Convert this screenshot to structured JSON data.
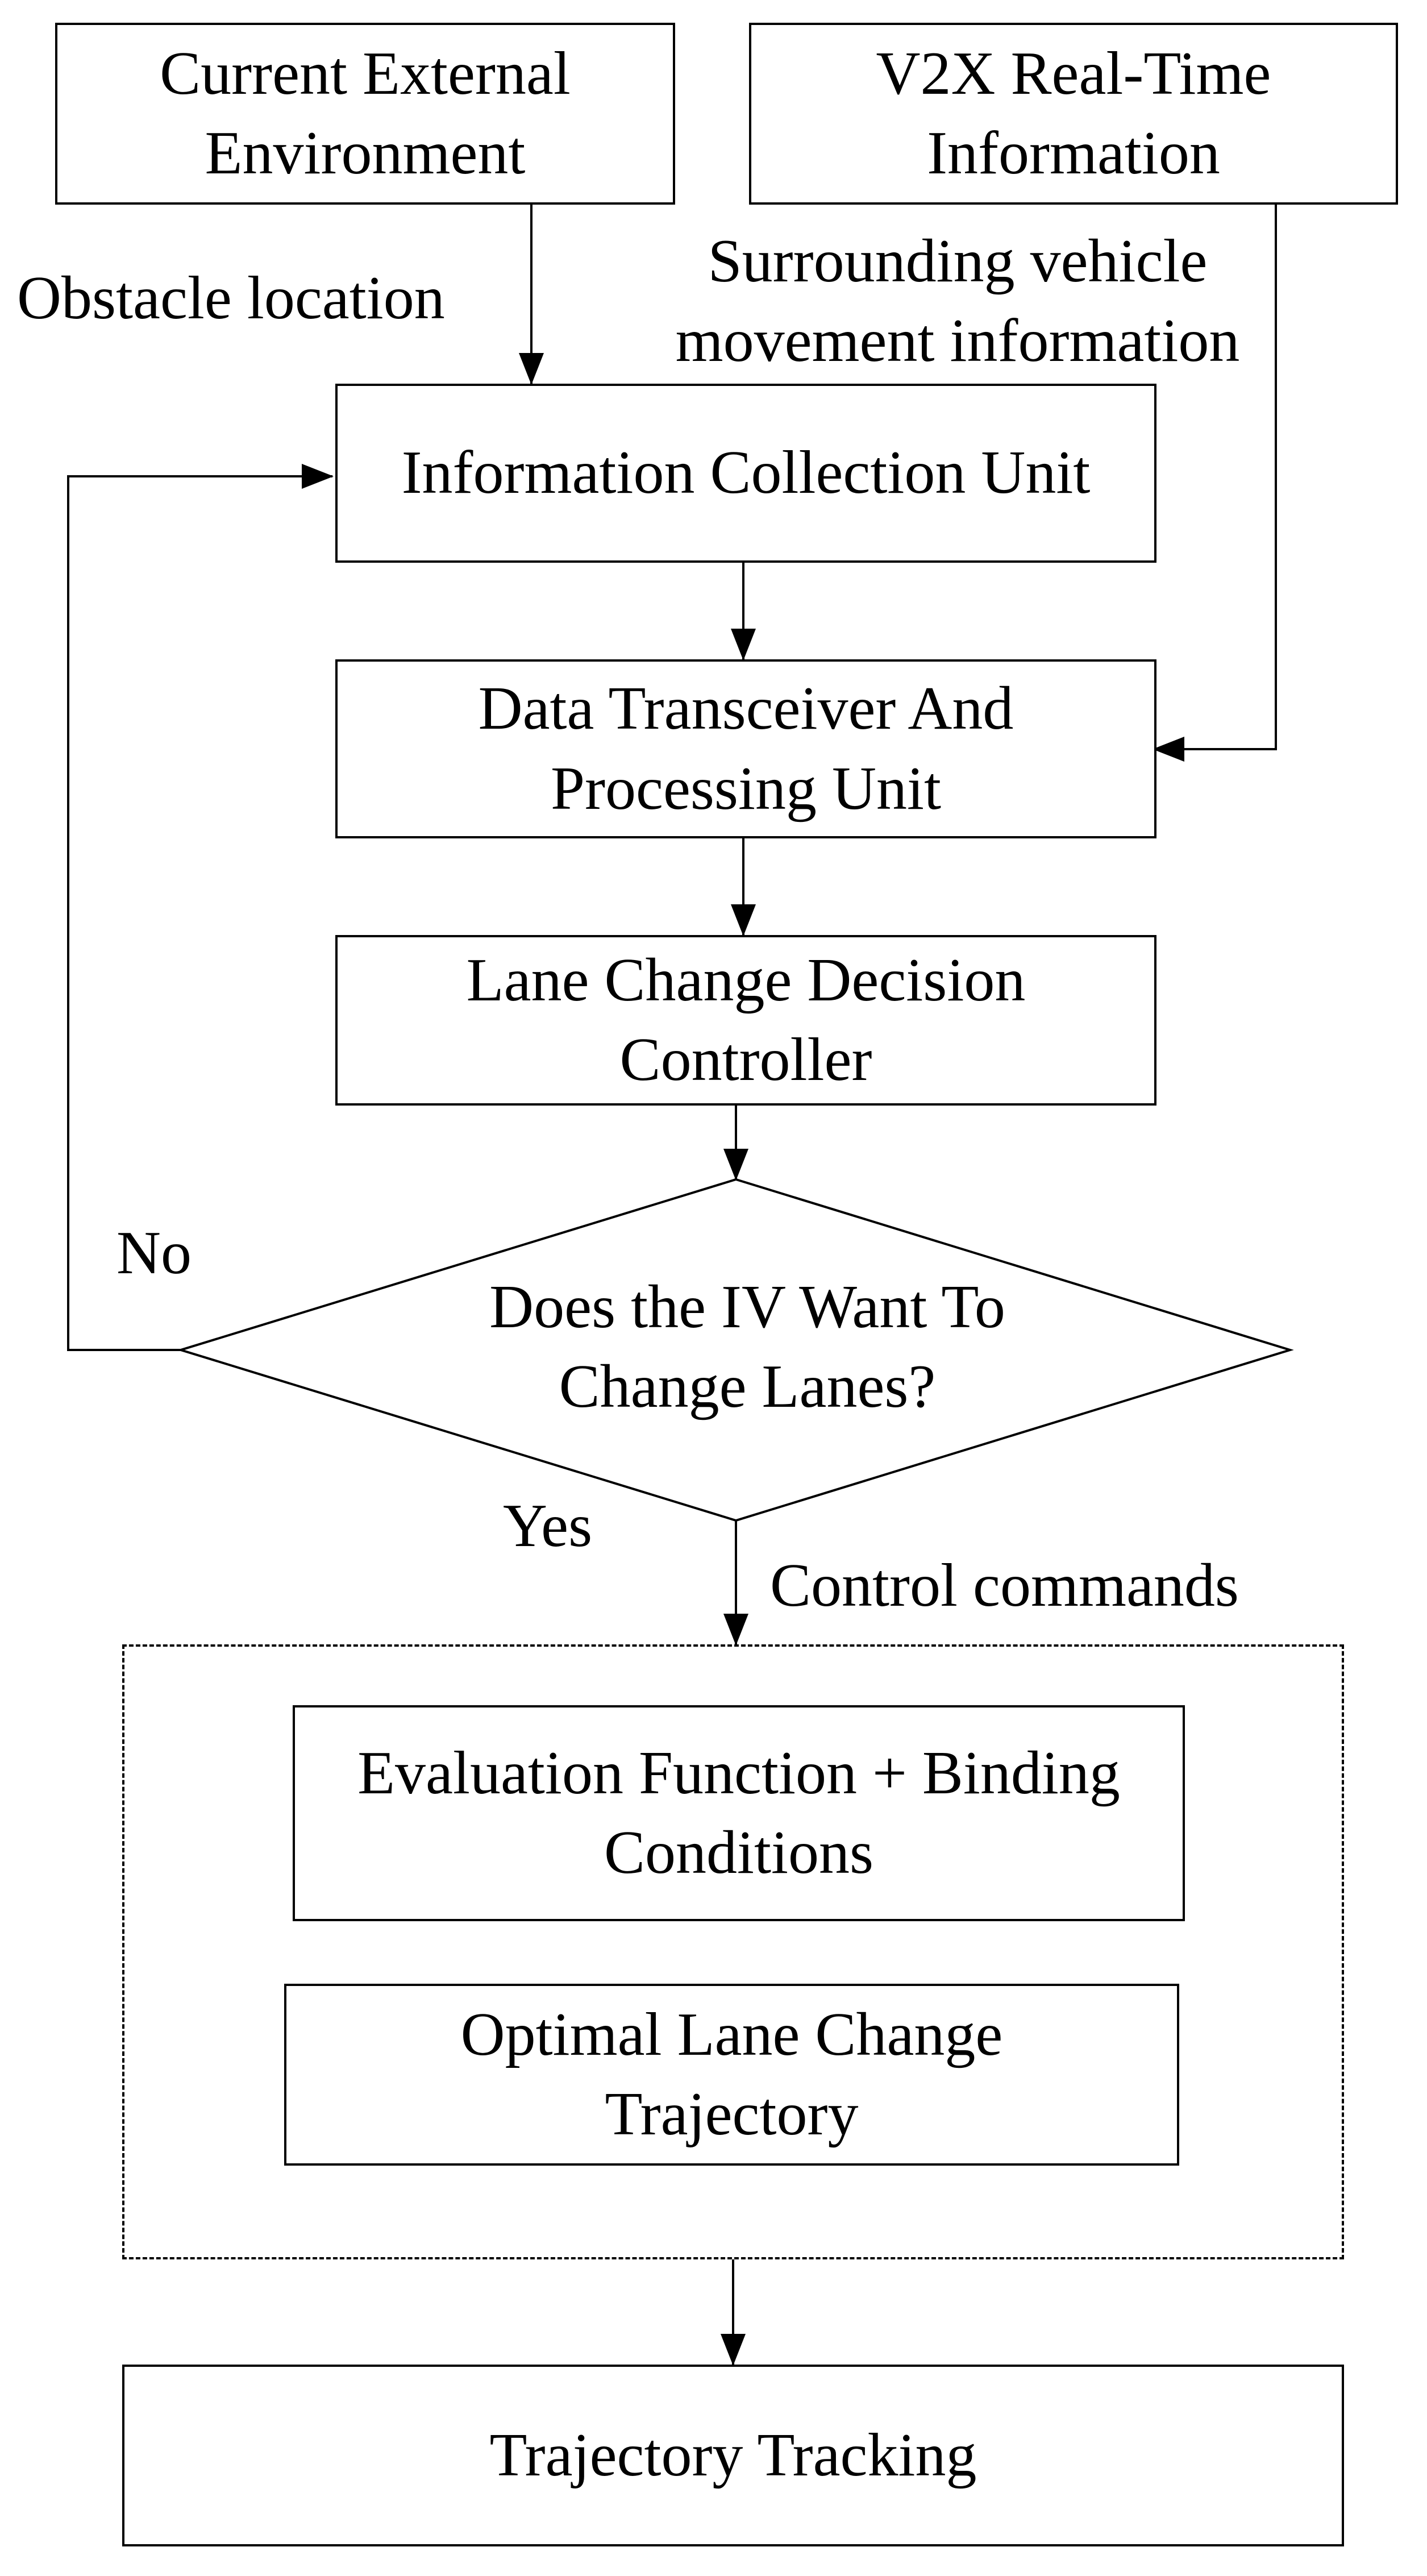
{
  "nodes": {
    "current_env": {
      "line1": "Current External",
      "line2": "Environment"
    },
    "v2x": {
      "line1": "V2X Real-Time",
      "line2": "Information"
    },
    "info_collection": {
      "label": "Information Collection Unit"
    },
    "data_transceiver": {
      "line1": "Data Transceiver And",
      "line2": "Processing Unit"
    },
    "lane_change_controller": {
      "line1": "Lane Change Decision",
      "line2": "Controller"
    },
    "decision": {
      "line1": "Does the IV Want To",
      "line2": "Change Lanes?"
    },
    "evaluation": {
      "line1": "Evaluation Function + Binding",
      "line2": "Conditions"
    },
    "optimal": {
      "line1": "Optimal Lane Change",
      "line2": "Trajectory"
    },
    "tracking": {
      "label": "Trajectory Tracking"
    }
  },
  "edge_labels": {
    "obstacle": "Obstacle location",
    "surrounding_line1": "Surrounding vehicle",
    "surrounding_line2": "movement information",
    "no": "No",
    "yes": "Yes",
    "control": "Control commands"
  }
}
